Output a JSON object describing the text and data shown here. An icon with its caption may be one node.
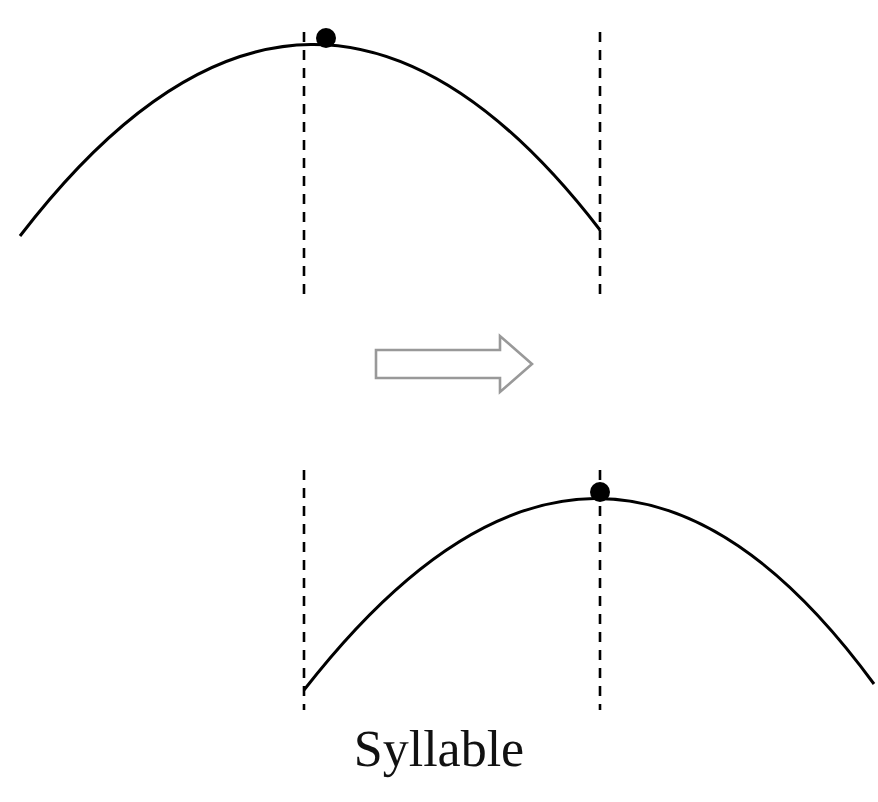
{
  "diagram": {
    "caption": "Syllable",
    "nodes": [
      {
        "text": [],
        "shape": "picture"
      },
      {
        "text": [],
        "shape": "picture"
      }
    ],
    "edges": [
      {
        "from": 0,
        "to": 1,
        "arrow": "to"
      }
    ]
  }
}
